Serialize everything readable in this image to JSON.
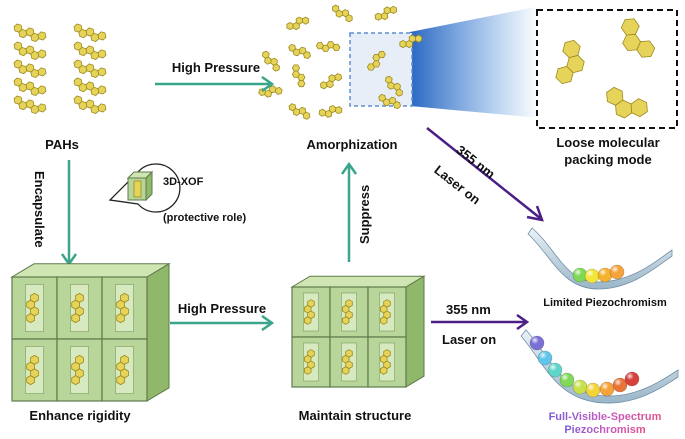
{
  "labels": {
    "pahs": "PAHs",
    "amorphization": "Amorphization",
    "loose_packing_line1": "Loose molecular",
    "loose_packing_line2": "packing mode",
    "high_pressure_top": "High Pressure",
    "high_pressure_bottom": "High Pressure",
    "encapsulate": "Encapsulate",
    "xof": "3D-XOF",
    "protective_role": "(protective role)",
    "suppress": "Suppress",
    "enhance_rigidity": "Enhance rigidity",
    "maintain_structure": "Maintain structure",
    "nm_top": "355 nm",
    "laser_top": "Laser on",
    "nm_bottom": "355 nm",
    "laser_bottom": "Laser on",
    "limited": "Limited Piezochromism",
    "full_line1": "Full-Visible-Spectrum",
    "full_line2": "Piezochromism"
  },
  "colors": {
    "molecule_fill": "#e6d35a",
    "molecule_stroke": "#9c8a1e",
    "arrow_green": "#3aa58a",
    "arrow_purple": "#4b1f86",
    "box_green": "#b8d69a",
    "box_edge": "#5f7a4a",
    "selection_blue": "#5b8fd0"
  },
  "balls_limited": [
    "#7ed957",
    "#f2e63a",
    "#f6b22c",
    "#f6a23a"
  ],
  "balls_full": [
    "#7b6fd6",
    "#5fc6ea",
    "#5fd6c8",
    "#7fd957",
    "#c8e04a",
    "#f2d43a",
    "#f6a23a",
    "#e8743a",
    "#d8403a"
  ]
}
